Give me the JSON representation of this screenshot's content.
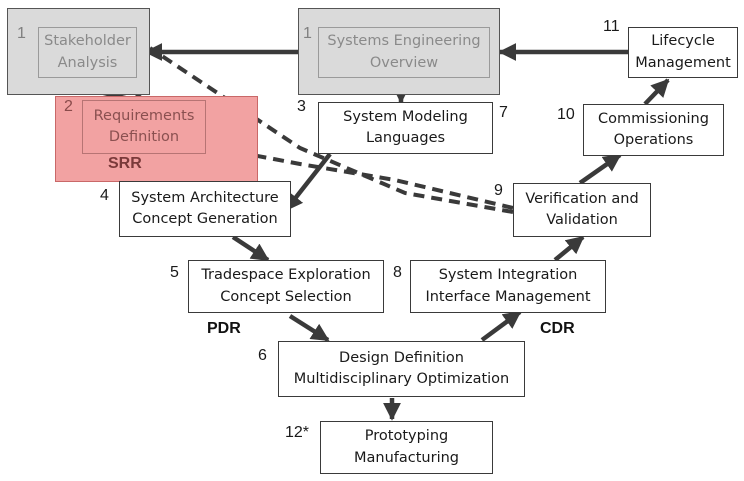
{
  "nodes": {
    "stakeholder": {
      "number": "1",
      "lines": [
        "Stakeholder",
        "Analysis"
      ]
    },
    "se_overview": {
      "number": "1",
      "lines": [
        "Systems Engineering",
        "Overview"
      ]
    },
    "lifecycle": {
      "number": "11",
      "lines": [
        "Lifecycle",
        "Management"
      ]
    },
    "requirements": {
      "number": "2",
      "lines": [
        "Requirements",
        "Definition"
      ]
    },
    "modeling": {
      "number": "3",
      "number_right": "7",
      "lines": [
        "System Modeling",
        "Languages"
      ]
    },
    "commissioning": {
      "number": "10",
      "lines": [
        "Commissioning",
        "Operations"
      ]
    },
    "architecture": {
      "number": "4",
      "lines": [
        "System Architecture",
        "Concept Generation"
      ]
    },
    "verification": {
      "number": "9",
      "lines": [
        "Verification and",
        "Validation"
      ]
    },
    "tradespace": {
      "number": "5",
      "lines": [
        "Tradespace Exploration",
        "Concept Selection"
      ]
    },
    "integration": {
      "number": "8",
      "lines": [
        "System Integration",
        "Interface Management"
      ]
    },
    "design": {
      "number": "6",
      "lines": [
        "Design Definition",
        "Multidisciplinary Optimization"
      ]
    },
    "prototyping": {
      "number": "12*",
      "lines": [
        "Prototyping",
        "Manufacturing"
      ]
    }
  },
  "milestones": {
    "srr": "SRR",
    "pdr": "PDR",
    "cdr": "CDR"
  },
  "colors": {
    "highlight_grey": "#dadada",
    "highlight_red": "#f2a2a2",
    "arrow": "#3a3a3a"
  }
}
